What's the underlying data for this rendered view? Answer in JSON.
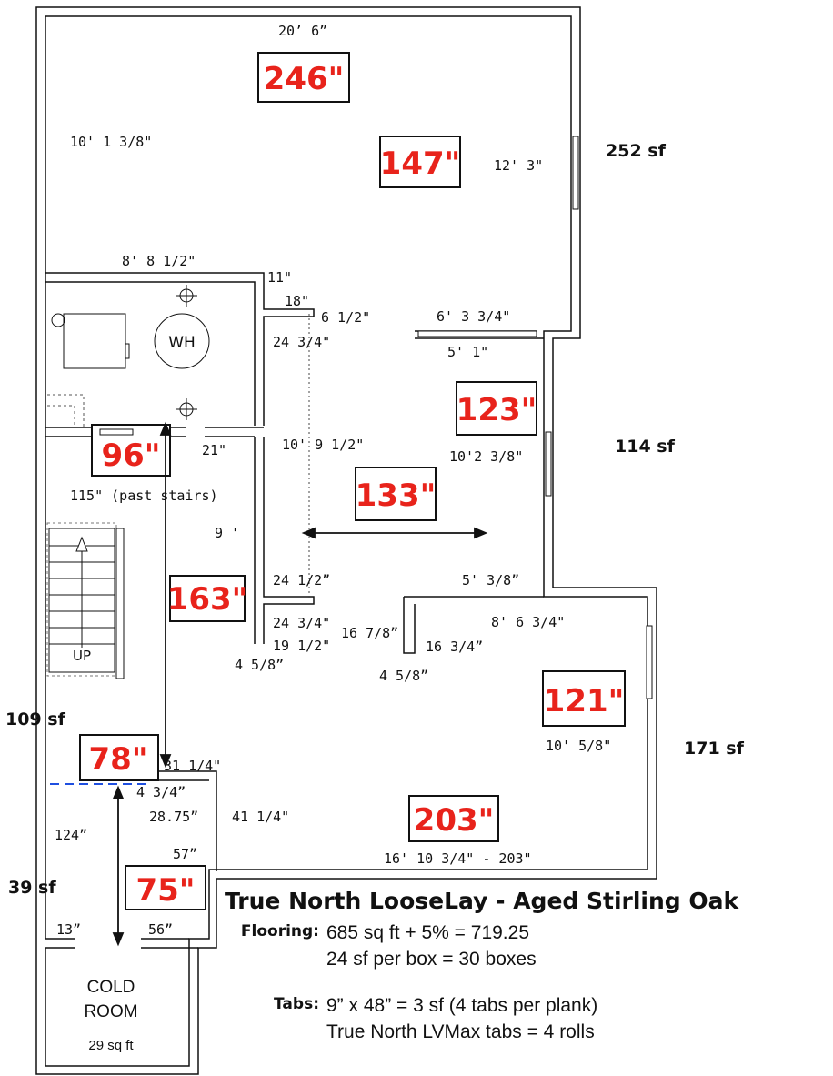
{
  "dimensions": {
    "top_width": "20’ 6”",
    "top_left_height": "10' 1 3/8\"",
    "top_right_height": "12' 3\"",
    "top_lower_width": "8' 8 1/2\"",
    "wall_11": "11\"",
    "wall_18": "18\"",
    "wall_6_5": "6 1/2\"",
    "wall_24_75a": "24 3/4\"",
    "width_6_3_75": "6' 3 3/4\"",
    "width_5_1": "5' 1\"",
    "wall_21": "21\"",
    "hall_length": "10' 9 1/2\"",
    "right_hall_length": "10'2 3/8\"",
    "past_stairs": "115\" (past stairs)",
    "nine_ft": "9 '",
    "wall_24_5": "24 1/2”",
    "width_5_3_375": "5' 3/8”",
    "wall_24_75b": "24 3/4\"",
    "wall_16_875": "16 7/8”",
    "wall_19_5": "19 1/2\"",
    "wall_16_75": "16 3/4”",
    "width_8_6_75": "8' 6 3/4\"",
    "wall_4_625a": "4 5/8”",
    "wall_4_625b": "4 5/8”",
    "right_room_height": "10' 5/8\"",
    "wall_31_25": "31 1/4\"",
    "wall_4_75": "4 3/4”",
    "wall_28_75": "28.75”",
    "wall_41_25": "41 1/4\"",
    "left_124": "124”",
    "wall_57": "57”",
    "bottom_width": "16' 10 3/4\" - 203\"",
    "wall_13": "13”",
    "wall_56": "56”"
  },
  "red_boxes": [
    "246\"",
    "147\"",
    "123\"",
    "96\"",
    "133\"",
    "163\"",
    "121\"",
    "78\"",
    "203\"",
    "75\""
  ],
  "areas": {
    "top_room": "252 sf",
    "middle": "114 sf",
    "right_room": "171 sf",
    "left_hall": "109 sf",
    "lower_left": "39 sf"
  },
  "fixtures": {
    "water_heater": "WH",
    "stairs": "UP",
    "cold_room_line1": "COLD",
    "cold_room_line2": "ROOM",
    "cold_room_area": "29 sq ft"
  },
  "notes": {
    "title": "True North LooseLay - Aged Stirling Oak",
    "flooring_label": "Flooring:",
    "flooring_line1": "685 sq ft + 5% = 719.25",
    "flooring_line2": "24 sf per box = 30 boxes",
    "tabs_label": "Tabs:",
    "tabs_line1": "9” x 48” = 3 sf (4 tabs per plank)",
    "tabs_line2": "True North LVMax tabs = 4 rolls"
  },
  "colors": {
    "red_label": "#e8231b",
    "dashed_line": "#1f4fe0",
    "walls": "#111111"
  }
}
